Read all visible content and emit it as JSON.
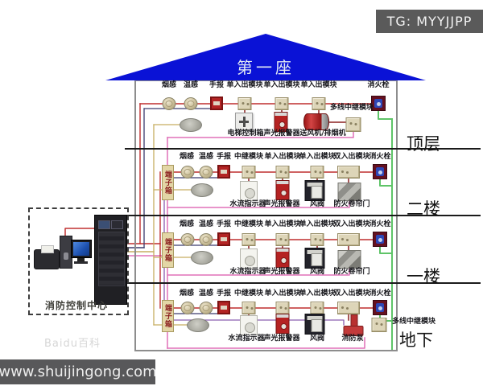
{
  "badge": {
    "text": "TG: MYYJJPP"
  },
  "roof": {
    "title": "第一座"
  },
  "control_center": {
    "label": "消防控制中心"
  },
  "watermarks": {
    "site": "www.shuijingong.com",
    "baidu": "Baidu百科"
  },
  "floors": [
    {
      "name": "顶层",
      "top_labels": [
        "烟感",
        "温感",
        "手报",
        "单入出模块",
        "单入出模块",
        "单入出模块",
        "消火栓"
      ],
      "side_label": "多线中继模块",
      "bottom_labels": [
        "电梯控制箱",
        "声光报警器",
        "送风机/排烟机"
      ]
    },
    {
      "name": "二楼",
      "terminal_label": "端子箱",
      "top_labels": [
        "烟感",
        "温感",
        "手报",
        "中继模块",
        "单入出模块",
        "单入出模块",
        "双入出模块",
        "消火栓"
      ],
      "bottom_labels": [
        "水流指示器",
        "声光报警器",
        "风阀",
        "防火卷帘门"
      ]
    },
    {
      "name": "一楼",
      "terminal_label": "端子箱",
      "top_labels": [
        "烟感",
        "温感",
        "手报",
        "中继模块",
        "单入出模块",
        "单入出模块",
        "双入出模块",
        "消火栓"
      ],
      "bottom_labels": [
        "水流指示器",
        "声光报警器",
        "风阀",
        "防火卷帘门"
      ]
    },
    {
      "name": "地下",
      "terminal_label": "端子箱",
      "top_labels": [
        "烟感",
        "温感",
        "手报",
        "中继模块",
        "单入出模块",
        "单入出模块",
        "双入出模块",
        "消火栓"
      ],
      "side_label": "多线中继模块",
      "bottom_labels": [
        "水流指示器",
        "声光报警器",
        "风阀",
        "消防泵"
      ]
    }
  ]
}
